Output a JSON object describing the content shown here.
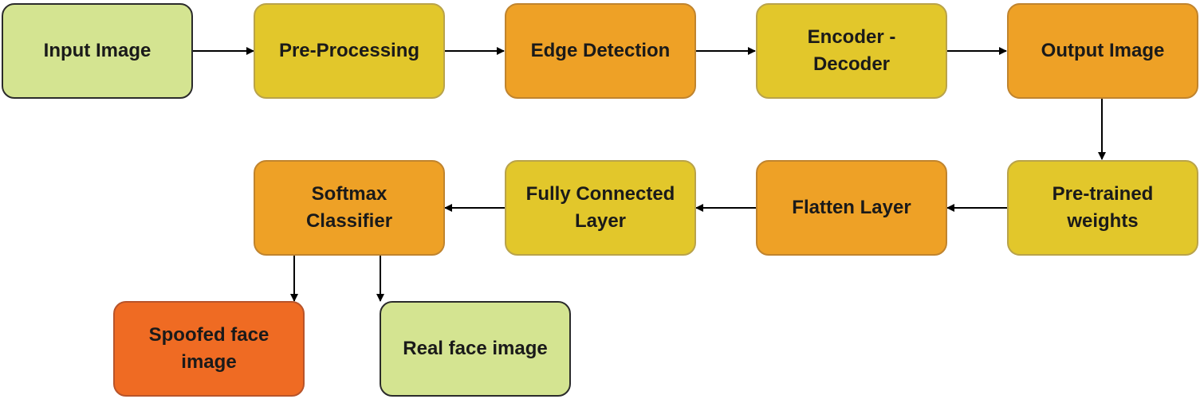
{
  "nodes": {
    "input_image": "Input Image",
    "pre_processing": "Pre-Processing",
    "edge_detection": "Edge Detection",
    "encoder_decoder": "Encoder -\nDecoder",
    "output_image": "Output Image",
    "pretrained_weights": "Pre-trained\nweights",
    "flatten_layer": "Flatten Layer",
    "fully_connected_layer": "Fully Connected\nLayer",
    "softmax_classifier": "Softmax\nClassifier",
    "spoofed_face_image": "Spoofed face\nimage",
    "real_face_image": "Real face image"
  },
  "colors": {
    "green": "#d4e491",
    "yellow": "#e2c72b",
    "orange": "#eea126",
    "red": "#ef6b23",
    "arrow": "#000000"
  },
  "edges": [
    [
      "input_image",
      "pre_processing"
    ],
    [
      "pre_processing",
      "edge_detection"
    ],
    [
      "edge_detection",
      "encoder_decoder"
    ],
    [
      "encoder_decoder",
      "output_image"
    ],
    [
      "output_image",
      "pretrained_weights"
    ],
    [
      "pretrained_weights",
      "flatten_layer"
    ],
    [
      "flatten_layer",
      "fully_connected_layer"
    ],
    [
      "fully_connected_layer",
      "softmax_classifier"
    ],
    [
      "softmax_classifier",
      "spoofed_face_image"
    ],
    [
      "softmax_classifier",
      "real_face_image"
    ]
  ]
}
